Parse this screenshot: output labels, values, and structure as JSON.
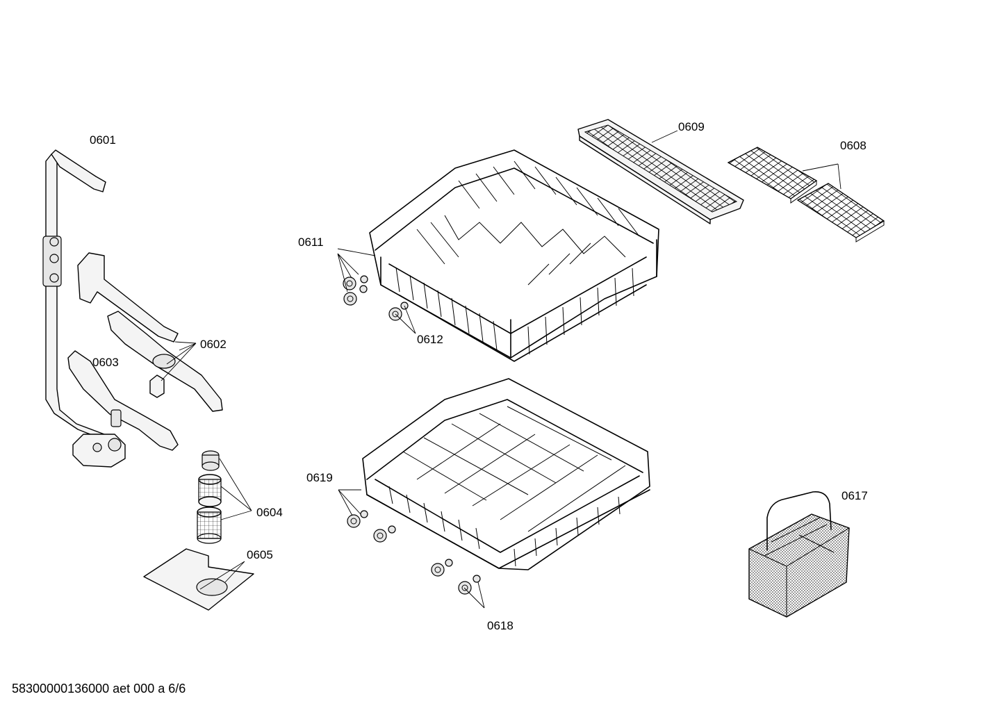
{
  "labels": {
    "p0601": "0601",
    "p0602": "0602",
    "p0603": "0603",
    "p0604": "0604",
    "p0605": "0605",
    "p0608": "0608",
    "p0609": "0609",
    "p0611": "0611",
    "p0612": "0612",
    "p0617": "0617",
    "p0618": "0618",
    "p0619": "0619"
  },
  "footer": "58300000136000 aet 000 a 6/6"
}
